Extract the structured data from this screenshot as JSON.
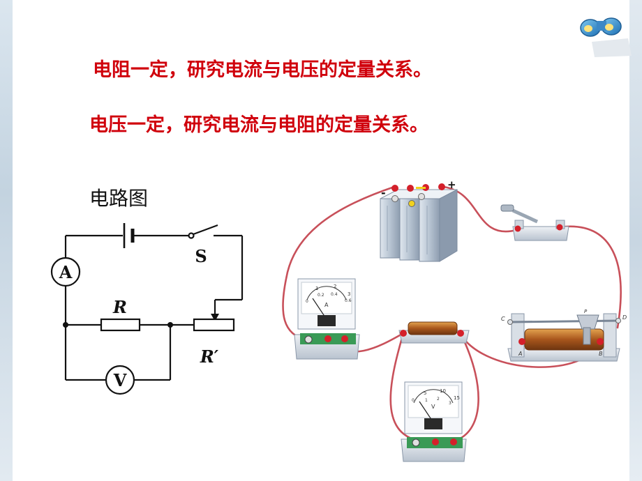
{
  "text": {
    "line1": "电阻一定，研究电流与电压的定量关系。",
    "line2": "电压一定，研究电流与电阻的定量关系。",
    "circuit_title": "电路图"
  },
  "schematic": {
    "ammeter": "A",
    "voltmeter": "V",
    "switch": "S",
    "resistor": "R",
    "rheostat": "R′"
  },
  "apparatus": {
    "battery_minus": "-",
    "battery_plus": "+",
    "ammeter_unit": "A",
    "ammeter_ticks": [
      "0",
      "0.2",
      "0.4",
      "0.6"
    ],
    "ammeter_ticks_big": [
      "1",
      "2",
      "3"
    ],
    "voltmeter_unit": "V",
    "voltmeter_ticks_big": [
      "0",
      "5",
      "10",
      "15"
    ],
    "voltmeter_ticks_small": [
      "1",
      "2",
      "3"
    ],
    "rheostat_c": "C",
    "rheostat_d": "D",
    "rheostat_p": "P",
    "rheostat_a": "A",
    "rheostat_b": "B"
  },
  "colors": {
    "title_red": "#d0000c",
    "wire": "#c8505a",
    "terminal_red": "#d4202a"
  },
  "icons": {
    "corner": "binoculars-icon"
  }
}
